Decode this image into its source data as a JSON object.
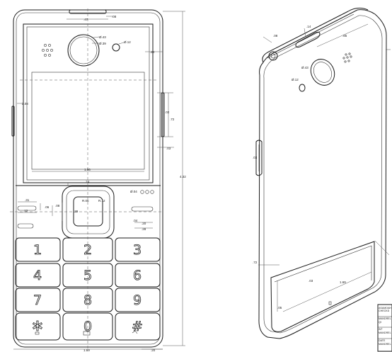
{
  "front_view": {
    "dimensions": {
      "earpiece_width": ".47",
      "earpiece_offset": ".08",
      "camera_outer_dia": "Ø.43",
      "camera_inner_dia": "Ø.39",
      "flash_dia": "Ø.12",
      "top_right": ".24",
      "display_height": "2.08",
      "side_key_1": ".02",
      "side_key_2": ".72",
      "side_key_3": ".03",
      "display_width": "1.56",
      "nav_top": ".24",
      "led_dia": "Ø.04",
      "nav_left": ".31",
      "nav_v1": ".06",
      "nav_h1": ".12",
      "nav_v2": ".08",
      "nav_inner": ".39",
      "nav_radius": "R.06",
      "nav_radius_2": "R.12",
      "soft_right_1": ".04",
      "soft_right_2": ".20",
      "soft_right_3": ".28",
      "overall_height": "4.32",
      "overall_width": "1.69",
      "right_margin": ".20"
    },
    "keys": [
      "1",
      "2",
      "3",
      "4",
      "5",
      "6",
      "7",
      "8",
      "9",
      "✲",
      "0",
      "#"
    ]
  },
  "iso_view": {
    "labels": {
      "top_a": ".08",
      "top_b": ".14",
      "top_c": ".85",
      "cam": "Ø.43",
      "flash": "Ø.12",
      "side": ".03",
      "side_b": ".72",
      "bottom_a": ".03",
      "bottom_b": ".05",
      "bottom_c": "1.69"
    }
  },
  "title_block": {
    "lines": [
      "ASAMOAH",
      "CHECKD",
      "MANDREL",
      "Qt",
      "WT",
      "MANDREL",
      "DATE",
      "MANDREL"
    ]
  }
}
